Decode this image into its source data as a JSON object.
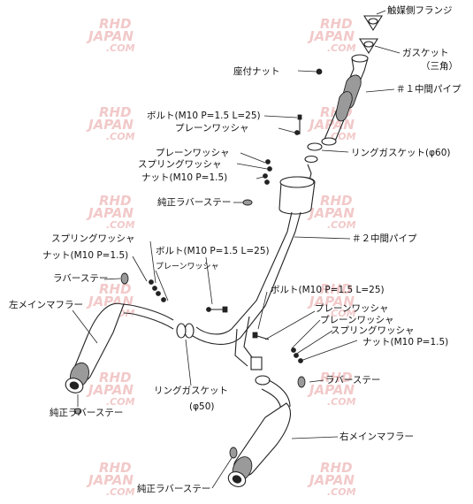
{
  "watermark": {
    "line1": "RHD",
    "line2": "JAPAN",
    "line3": ".COM"
  },
  "labels": {
    "cat_flange": "触媒側フランジ",
    "gasket": "ガスケット",
    "gasket_sub": "（三角）",
    "seat_nut": "座付ナット",
    "pipe1": "＃１中間パイプ",
    "bolt_top": "ボルト(M10 P=1.5 L=25)",
    "washer_top": "プレーンワッシャ",
    "washer2": "プレーンワッシャ",
    "spring_washer2": "スプリングワッシャ",
    "nut2": "ナット(M10 P=1.5)",
    "ring_gasket60": "リングガスケット(φ60)",
    "rubber_stay1": "純正ラバーステー",
    "pipe2": "＃２中間パイプ",
    "spring_washer_left": "スプリングワッシャ",
    "nut_left": "ナット(M10 P=1.5)",
    "bolt_left": "ボルト(M10 P=1.5 L=25)",
    "rubber_stay_left": "ラバーステー",
    "washer_left": "プレーンワッシャ",
    "left_muffler": "左メインマフラー",
    "ring_gasket50": "リングガスケット",
    "ring_gasket50_sub": "(φ50)",
    "bolt_right": "ボルト(M10 P=1.5 L=25)",
    "washer_right1": "プレーンワッシャ",
    "washer_right2": "プレーンワッシャ",
    "spring_washer_right": "スプリングワッシャ",
    "nut_right": "ナット(M10 P=1.5)",
    "rubber_stay_right": "ラバーステー",
    "rubber_stay_bottom_left": "純正ラバーステー",
    "right_muffler": "右メインマフラー",
    "rubber_stay_bottom": "純正ラバーステー"
  }
}
